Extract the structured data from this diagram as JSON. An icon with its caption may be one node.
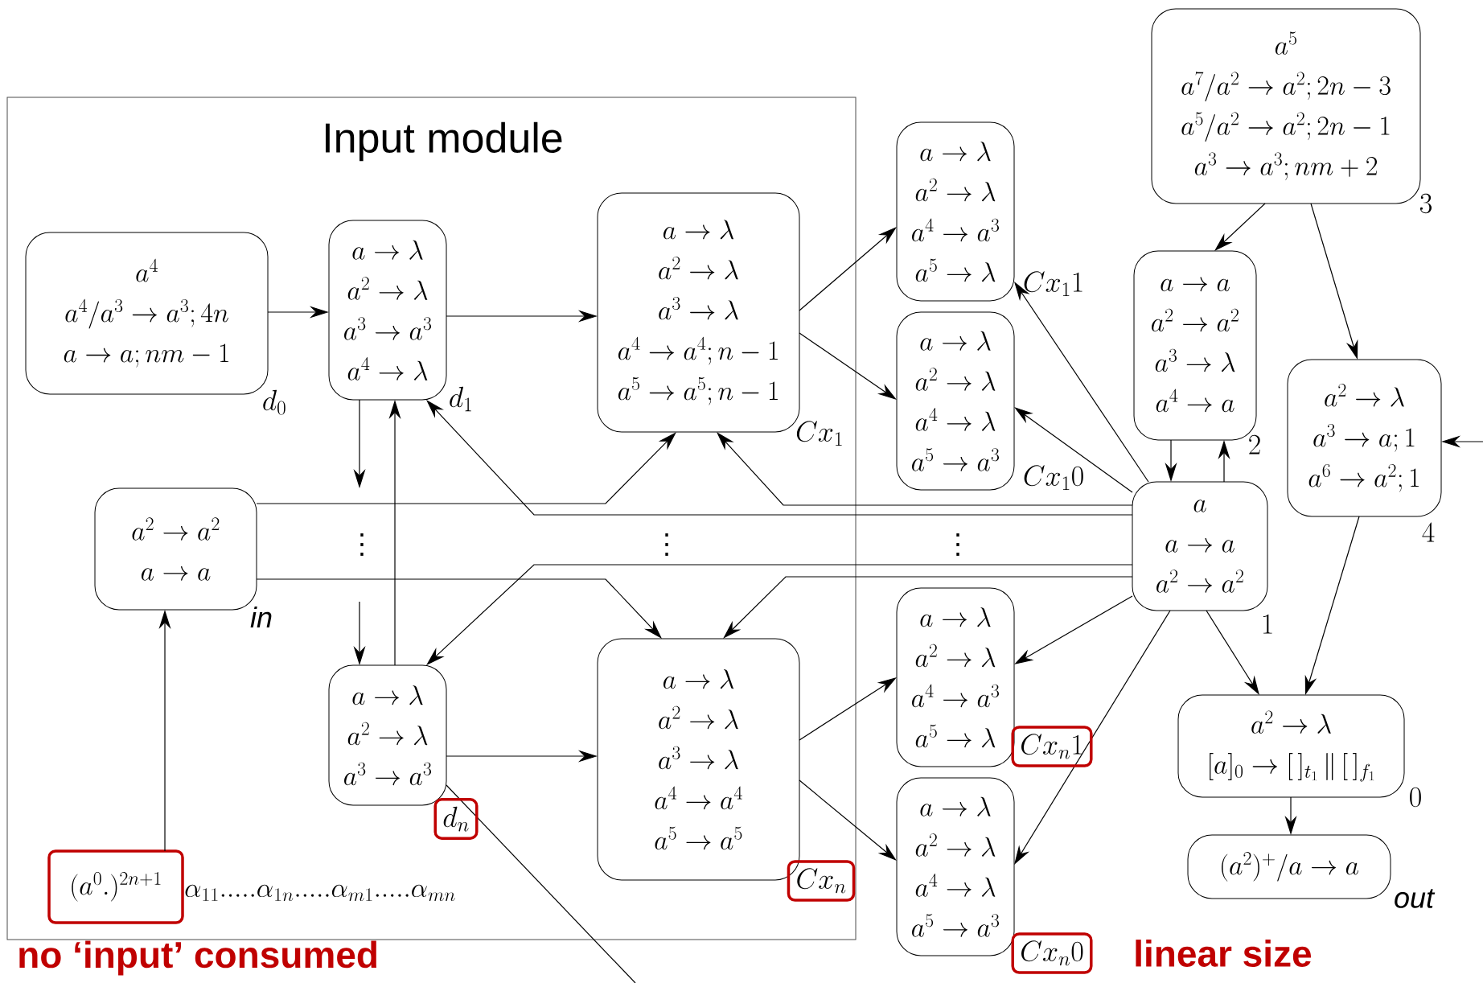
{
  "diagram": {
    "nodes": [
      {
        "text": [
          "Input module"
        ]
      },
      {
        "text": [
          "a^{4}",
          "a^{4}/a^{3}\\to a^{3};4n",
          "a\\to a;nm-1"
        ],
        "beside": [
          "d_{0}"
        ],
        "in": 0
      },
      {
        "text": [
          "a\\to\\lambda",
          "a^{2}\\to\\lambda",
          "a^{3}\\to a^{3}",
          "a^{4}\\to\\lambda"
        ],
        "beside": [
          "d_{1}"
        ],
        "in": 0
      },
      {
        "text": [
          "a\\to\\lambda",
          "a^{2}\\to\\lambda",
          "a^{3}\\to\\lambda",
          "a^{4}\\to a^{4};n-1",
          "a^{5}\\to a^{5};n-1"
        ],
        "beside": [
          "Cx_{1}"
        ],
        "in": 0
      },
      {
        "text": [
          "a^{2}\\to a^{2}",
          "a\\to a"
        ],
        "beside": [
          "\\mathit{in}"
        ],
        "in": 0
      },
      {
        "text": [
          "a\\to\\lambda",
          "a^{2}\\to\\lambda",
          "a^{3}\\to a^{3}"
        ],
        "beside": [
          "d_{n}"
        ],
        "in": 0
      },
      {
        "text": [
          "a\\to\\lambda",
          "a^{2}\\to\\lambda",
          "a^{3}\\to\\lambda",
          "a^{4}\\to a^{4}",
          "a^{5}\\to a^{5}"
        ],
        "beside": [
          "Cx_{n}"
        ],
        "in": 0
      },
      {
        "text": [
          "(a^{0}.)^{2n+1}"
        ],
        "in": 0
      },
      {
        "text": [
          "a\\to\\lambda",
          "a^{2}\\to\\lambda",
          "a^{4}\\to a^{3}",
          "a^{5}\\to\\lambda"
        ],
        "beside": [
          "Cx_{1}1"
        ]
      },
      {
        "text": [
          "a\\to\\lambda",
          "a^{2}\\to\\lambda",
          "a^{4}\\to\\lambda",
          "a^{5}\\to a^{3}"
        ],
        "beside": [
          "Cx_{1}0"
        ]
      },
      {
        "text": [
          "a\\to\\lambda",
          "a^{2}\\to\\lambda",
          "a^{4}\\to a^{3}",
          "a^{5}\\to\\lambda"
        ],
        "beside": [
          "Cx_{n}1"
        ]
      },
      {
        "text": [
          "a\\to\\lambda",
          "a^{2}\\to\\lambda",
          "a^{4}\\to\\lambda",
          "a^{5}\\to a^{3}"
        ],
        "beside": [
          "Cx_{n}0"
        ]
      },
      {
        "text": [
          "a^{5}",
          "a^{7}/a^{2}\\to a^{2};2n-3",
          "a^{5}/a^{2}\\to a^{2};2n-1",
          "a^{3}\\to a^{3};nm+2"
        ],
        "beside": [
          "3"
        ]
      },
      {
        "text": [
          "a\\to a",
          "a^{2}\\to a^{2}",
          "a^{3}\\to\\lambda",
          "a^{4}\\to a"
        ],
        "beside": [
          "2"
        ]
      },
      {
        "text": [
          "a^{2}\\to\\lambda",
          "a^{3}\\to a;1",
          "a^{6}\\to a^{2};1"
        ],
        "beside": [
          "4"
        ]
      },
      {
        "text": [
          "a",
          "a\\to a",
          "a^{2}\\to a^{2}"
        ],
        "beside": [
          "1"
        ]
      },
      {
        "text": [
          "a^{2}\\to\\lambda",
          "[a]_{0}\\to[\\,]_{t_{1}}\\,\\|\\,[\\,]_{f_{1}}"
        ],
        "beside": [
          "0"
        ]
      },
      {
        "text": [
          "(a^{2})^{+}/a\\to a"
        ],
        "beside": [
          "\\mathit{out}"
        ]
      }
    ],
    "edges": [
      {
        "from": 1,
        "to": 2,
        "arrow": "to"
      },
      {
        "from": 2,
        "to": 3,
        "arrow": "to"
      },
      {
        "from": 3,
        "to": 8,
        "arrow": "to"
      },
      {
        "from": 3,
        "to": 9,
        "arrow": "to"
      },
      {
        "from": 2,
        "to": null,
        "arrow": "to"
      },
      {
        "from": null,
        "to": 5,
        "arrow": "to"
      },
      {
        "from": 5,
        "to": 2,
        "arrow": "to"
      },
      {
        "from": 5,
        "to": 6,
        "arrow": "to"
      },
      {
        "from": 6,
        "to": 10,
        "arrow": "to"
      },
      {
        "from": 6,
        "to": 11,
        "arrow": "to"
      },
      {
        "from": 5,
        "to": null,
        "arrow": "none"
      },
      {
        "from": 4,
        "to": 3,
        "arrow": "to"
      },
      {
        "from": 4,
        "to": 6,
        "arrow": "to"
      },
      {
        "from": 15,
        "to": 3,
        "arrow": "to"
      },
      {
        "from": 15,
        "to": 2,
        "arrow": "to"
      },
      {
        "from": 15,
        "to": 5,
        "arrow": "to"
      },
      {
        "from": 15,
        "to": 6,
        "arrow": "to"
      },
      {
        "from": 15,
        "to": 8,
        "arrow": "to"
      },
      {
        "from": 15,
        "to": 9,
        "arrow": "to"
      },
      {
        "from": 15,
        "to": 10,
        "arrow": "to"
      },
      {
        "from": 15,
        "to": 11,
        "arrow": "to"
      },
      {
        "from": 15,
        "to": 16,
        "arrow": "to"
      },
      {
        "from": 13,
        "to": 15,
        "arrow": "to"
      },
      {
        "from": 15,
        "to": 13,
        "arrow": "to"
      },
      {
        "from": 12,
        "to": 13,
        "arrow": "to"
      },
      {
        "from": 12,
        "to": 14,
        "arrow": "to"
      },
      {
        "from": 14,
        "to": 16,
        "arrow": "to"
      },
      {
        "from": null,
        "to": 14,
        "arrow": "to"
      },
      {
        "from": 16,
        "to": 17,
        "arrow": "to"
      },
      {
        "from": 7,
        "to": 4,
        "arrow": "to"
      }
    ],
    "labels": [
      "\\vdots",
      "\\vdots",
      "\\vdots",
      "\\alpha_{11}.....\\alpha_{1n}.....\\alpha_{m1}.....\\alpha_{mn}",
      "no ‘input’ consumed",
      "linear size"
    ]
  }
}
